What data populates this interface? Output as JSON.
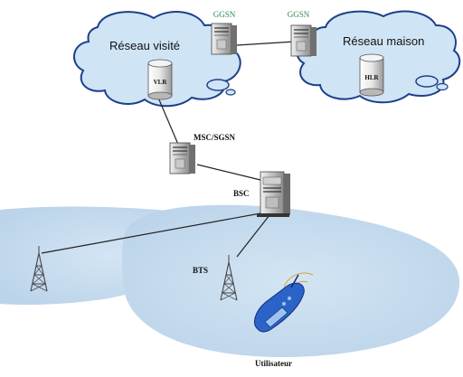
{
  "labels": {
    "ggsn_left": "GGSN",
    "ggsn_right": "GGSN",
    "visited_network": "Réseau visité",
    "home_network": "Réseau maison",
    "vlr": "VLR",
    "hlr": "HLR",
    "msc_sgsn": "MSC/SGSN",
    "bsc": "BSC",
    "bts": "BTS",
    "user": "Utilisateur"
  },
  "colors": {
    "cloud_fill": "#cfe4f4",
    "cloud_stroke": "#1e3f8a",
    "coverage_fill": "#c7dcee",
    "ggsn_label": "#2e8b57",
    "phone": "#2b63c8"
  },
  "icons": {
    "server": "server-tower-icon",
    "database": "database-cylinder-icon",
    "antenna": "antenna-tower-icon",
    "phone": "mobile-phone-icon"
  }
}
